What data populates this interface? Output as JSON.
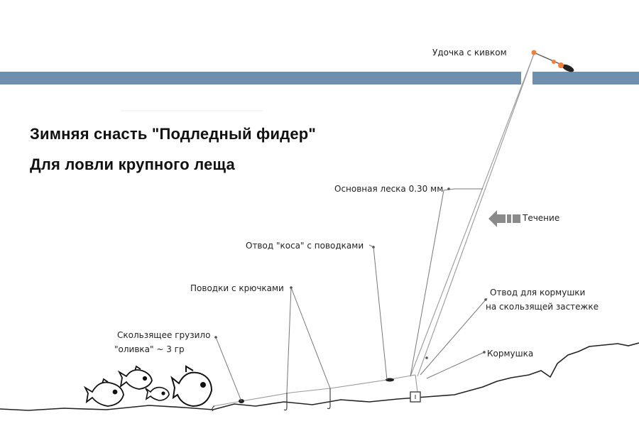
{
  "title": {
    "line1": "Зимняя снасть \"Подледный фидер\"",
    "line2": "Для ловли крупного леща"
  },
  "labels": {
    "rod": "Удочка с кивком",
    "main_line": "Основная леска 0.30 мм",
    "current": "Течение",
    "braid_branch": "Отвод \"коса\" с поводками",
    "leaders": "Поводки с крючками",
    "feeder_branch_line1": "Отвод для кормушки",
    "feeder_branch_line2": "на скользящей застежке",
    "sinker_line1": "Скользящее грузило",
    "sinker_line2": "\"оливка\" ~ 3 гр",
    "feeder": "Кормушка"
  },
  "colors": {
    "ice": "#6f8fae",
    "ground": "#222222",
    "line": "#888888",
    "rod_tip": "#f07f3a",
    "arrow": "#8a8a8a"
  }
}
